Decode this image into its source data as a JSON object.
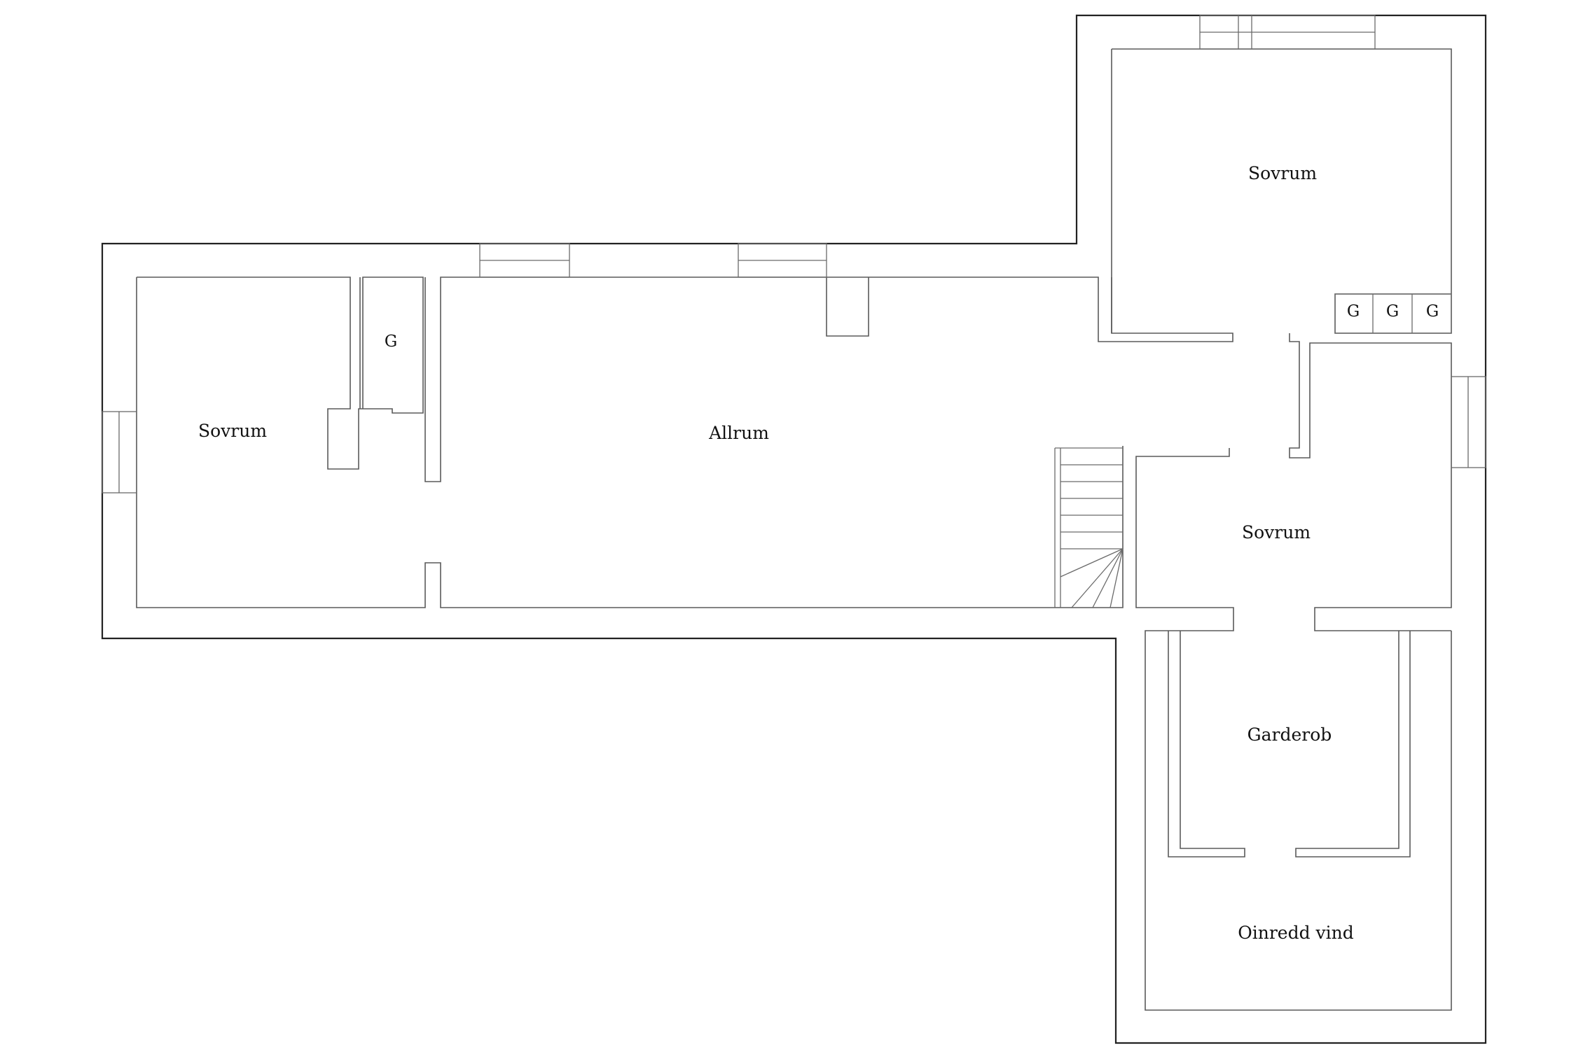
{
  "rooms": {
    "sovrum_left": "Sovrum",
    "allrum": "Allrum",
    "sovrum_top_right": "Sovrum",
    "sovrum_mid_right": "Sovrum",
    "garderob": "Garderob",
    "oinredd_vind": "Oinredd vind"
  },
  "closets": {
    "g_left": "G",
    "g_right_1": "G",
    "g_right_2": "G",
    "g_right_3": "G"
  },
  "colors": {
    "background": "#ffffff",
    "outer_wall": "#222222",
    "inner_wall": "#5a5a5a",
    "text": "#111111"
  }
}
